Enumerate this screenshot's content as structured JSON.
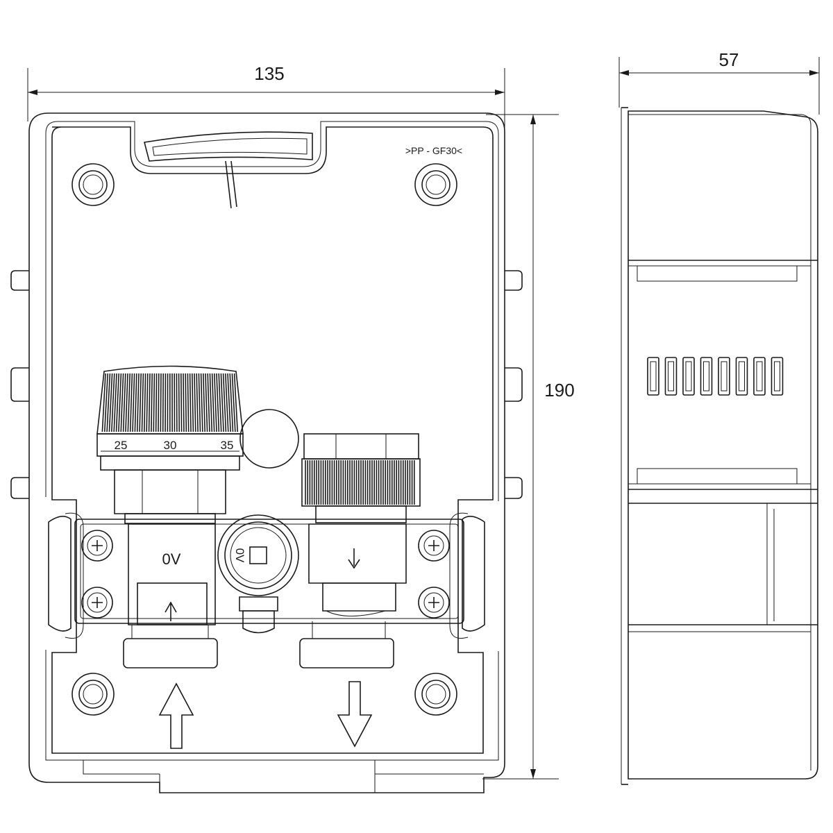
{
  "dimensions": {
    "width": "135",
    "height": "190",
    "depth": "57"
  },
  "labels": {
    "material": ">PP - GF30<",
    "scale_25": "25",
    "scale_30": "30",
    "scale_35": "35",
    "valve_mark": "0V",
    "valve_mark_rotated": "0V"
  },
  "icons": {
    "flow_in": "arrow-up-icon",
    "flow_out": "arrow-down-icon",
    "screw": "phillips-screw-icon"
  }
}
